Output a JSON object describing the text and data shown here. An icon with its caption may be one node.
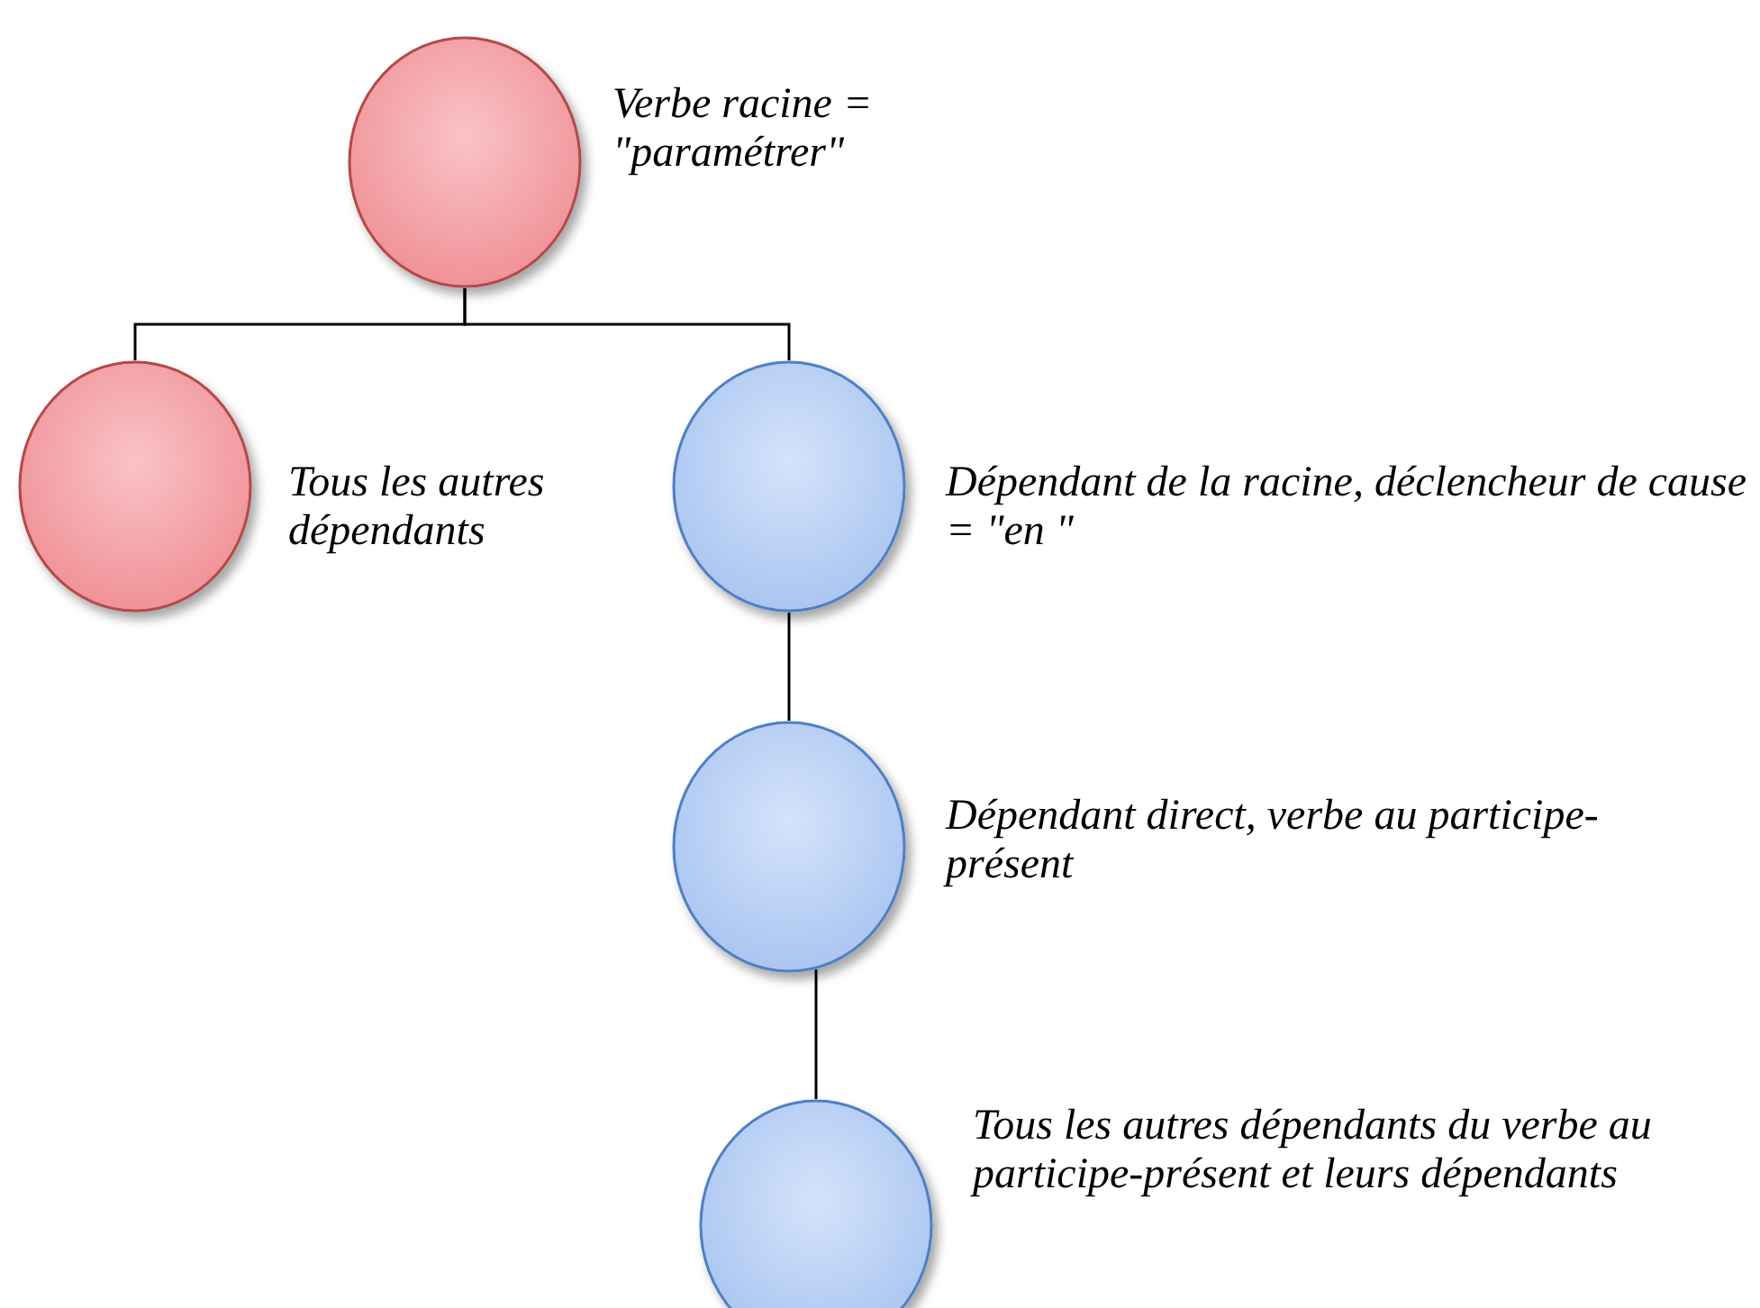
{
  "diagram": {
    "nodes": [
      {
        "text": [],
        "shape": "circle",
        "beside": [
          "Verbe racine = \"paramétrer\""
        ]
      },
      {
        "text": [],
        "shape": "circle",
        "beside": [
          "Tous les autres dépendants"
        ]
      },
      {
        "text": [],
        "shape": "circle",
        "beside": [
          "Dépendant de la racine, déclencheur de cause = \"en \""
        ]
      },
      {
        "text": [],
        "shape": "circle",
        "beside": [
          "Dépendant direct, verbe au participe-présent"
        ]
      },
      {
        "text": [],
        "shape": "circle",
        "beside": [
          "Tous les autres dépendants du verbe au participe-présent et leurs dépendants"
        ]
      }
    ],
    "edges": [
      {
        "from": 0,
        "to": 1,
        "arrow": "none"
      },
      {
        "from": 0,
        "to": 2,
        "arrow": "none"
      },
      {
        "from": 2,
        "to": 3,
        "arrow": "none"
      },
      {
        "from": 3,
        "to": 4,
        "arrow": "none"
      }
    ]
  }
}
